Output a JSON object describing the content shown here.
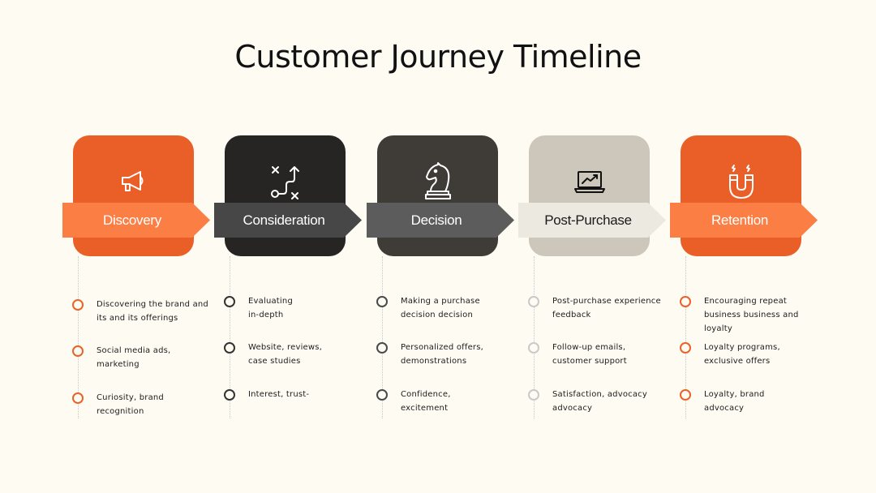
{
  "title": "Customer Journey Timeline",
  "colors": {
    "background": "#fdfbf2",
    "discovery_card": "#ea5e27",
    "discovery_arrow": "#fb7e45",
    "consideration_card": "#262523",
    "consideration_arrow": "#474747",
    "decision_card": "#3f3b37",
    "decision_arrow": "#5c5c5c",
    "postpurchase_card": "#cdc6bb",
    "postpurchase_arrow": "#ece9e0",
    "retention_card": "#ea5e27",
    "retention_arrow": "#fb7e45"
  },
  "stages": [
    {
      "label": "Discovery",
      "icon": "megaphone-icon",
      "bullet_color": "#e8622c",
      "items": [
        "Discovering the brand and its and its offerings",
        "Social media ads, marketing",
        "Curiosity, brand recognition"
      ]
    },
    {
      "label": "Consideration",
      "icon": "strategy-path-icon",
      "bullet_color": "#333333",
      "items": [
        "Evaluating in-depth",
        "Website, reviews, case studies",
        "Interest, trust-"
      ]
    },
    {
      "label": "Decision",
      "icon": "chess-knight-icon",
      "bullet_color": "#4a4a4a",
      "items": [
        "Making a purchase decision decision",
        "Personalized offers, demonstrations",
        "Confidence, excitement"
      ]
    },
    {
      "label": "Post-Purchase",
      "icon": "laptop-chart-icon",
      "bullet_color": "#c9c9c9",
      "items": [
        "Post-purchase experience feedback",
        "Follow-up emails, customer support",
        "Satisfaction, advocacy advocacy"
      ]
    },
    {
      "label": "Retention",
      "icon": "magnet-icon",
      "bullet_color": "#e8622c",
      "items": [
        "Encouraging repeat business business and loyalty",
        "Loyalty programs, exclusive offers",
        "Loyalty, brand advocacy"
      ]
    }
  ]
}
